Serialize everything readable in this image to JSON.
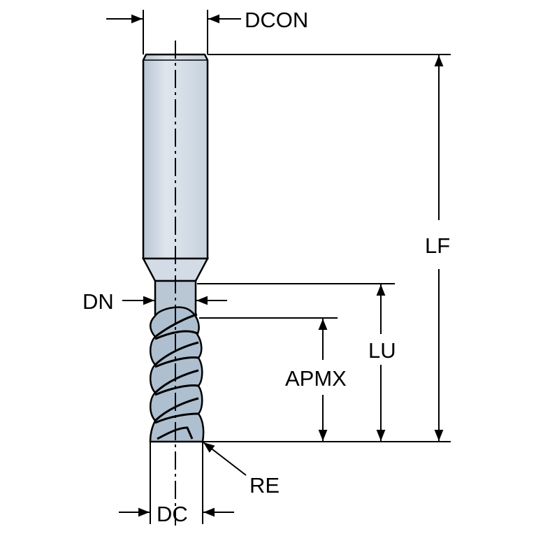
{
  "diagram": {
    "title": "Solid end mill dimensions",
    "labels": {
      "dcon": "DCON",
      "lf": "LF",
      "dn": "DN",
      "lu": "LU",
      "apmx": "APMX",
      "re": "RE",
      "dc": "DC"
    },
    "colors": {
      "shank": "#d3dce6",
      "neck": "#b9c7d5",
      "flute": "#aebfcf",
      "line": "#000000"
    }
  }
}
